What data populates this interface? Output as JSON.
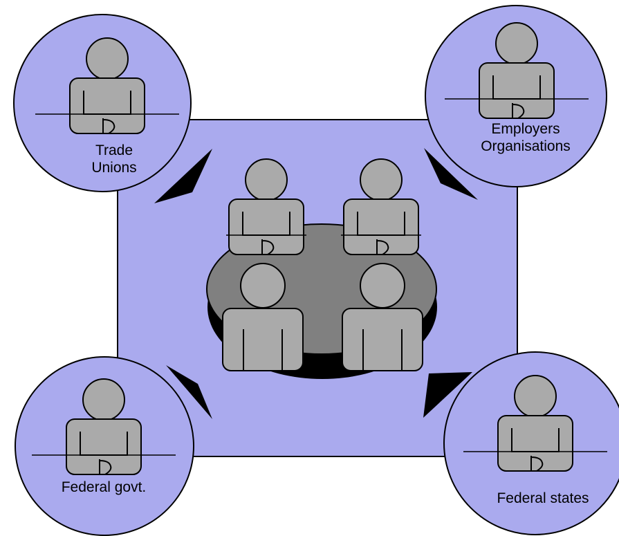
{
  "colors": {
    "background": "#ffffff",
    "panel_fill": "#aaaaee",
    "circle_fill": "#aaaaee",
    "person_fill": "#aaaaaa",
    "table_top": "#808080",
    "table_shadow": "#000000",
    "outline": "#000000"
  },
  "parties": {
    "trade_unions": {
      "line1": "Trade",
      "line2": "Unions"
    },
    "employers": {
      "line1": "Employers",
      "line2": "Organisations"
    },
    "federal_govt": {
      "line1": "Federal govt."
    },
    "federal_states": {
      "line1": "Federal states"
    }
  },
  "icons": {
    "person": "person-at-desk-icon",
    "table": "round-table-icon",
    "arrow": "wedge-arrow-icon"
  }
}
